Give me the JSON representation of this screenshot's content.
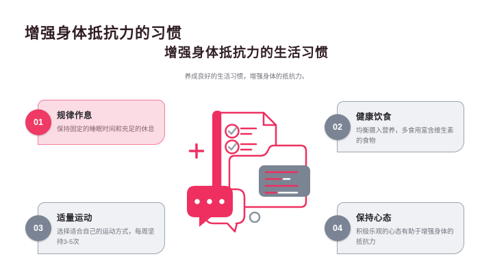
{
  "page": {
    "title": "增强身体抵抗力的习惯",
    "heading": "增强身体抵抗力的生活习惯",
    "subtitle": "养成良好的生活习惯，增强身体的抵抗力。"
  },
  "cards": [
    {
      "number": "01",
      "title": "规律作息",
      "desc": "保持固定的睡眠时间和充足的休息",
      "highlighted": true
    },
    {
      "number": "02",
      "title": "健康饮食",
      "desc": "均衡摄入营养，多食用富含维生素的食物",
      "highlighted": false
    },
    {
      "number": "03",
      "title": "适量运动",
      "desc": "选择适合自己的运动方式，每周坚持3-5次",
      "highlighted": false
    },
    {
      "number": "04",
      "title": "保持心态",
      "desc": "积极乐观的心态有助于增强身体的抵抗力",
      "highlighted": false
    }
  ],
  "icons": {
    "center_illustration": "checklist-folder-chat-illustration"
  },
  "colors": {
    "accent_pink": "#ee2f5f",
    "badge_pink": "#ee3a64",
    "card_pink_bg": "#fbdce5",
    "card_pink_border": "#f47c98",
    "badge_gray": "#7a8494",
    "card_gray_bg": "#f0f1f4",
    "card_gray_border": "#9aa3af",
    "panel_gray": "#7b8493",
    "heading_text": "#2f1c24",
    "body_text": "#6d737d"
  }
}
